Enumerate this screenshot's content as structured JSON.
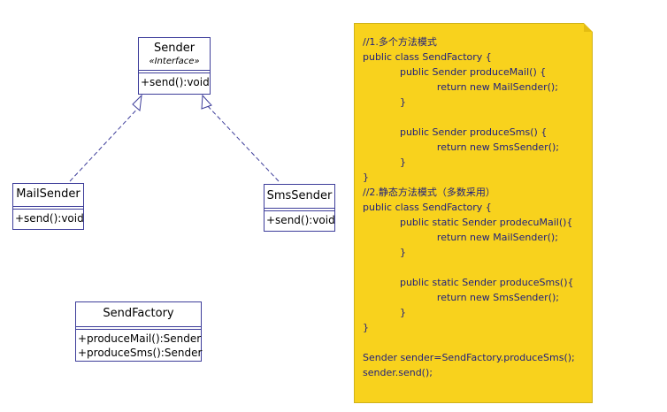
{
  "diagram": {
    "classes": {
      "sender": {
        "name": "Sender",
        "stereotype": "«Interface»",
        "operations": [
          "+send():void"
        ]
      },
      "mail_sender": {
        "name": "MailSender",
        "operations": [
          "+send():void"
        ]
      },
      "sms_sender": {
        "name": "SmsSender",
        "operations": [
          "+send():void"
        ]
      },
      "send_factory": {
        "name": "SendFactory",
        "operations": [
          "+produceMail():Sender",
          "+produceSms():Sender"
        ]
      }
    },
    "note": {
      "lines": [
        "//1.多个方法模式",
        "public class SendFactory {",
        "            public Sender produceMail() {",
        "                        return new MailSender();",
        "            }",
        "",
        "            public Sender produceSms() {",
        "                        return new SmsSender();",
        "            }",
        "}",
        "//2.静态方法模式（多数采用）",
        "public class SendFactory {",
        "            public static Sender prodecuMail(){",
        "                        return new MailSender();",
        "            }",
        "",
        "            public static Sender produceSms(){",
        "                        return new SmsSender();",
        "            }",
        "}",
        "",
        "Sender sender=SendFactory.produceSms();",
        "sender.send();"
      ]
    },
    "colors": {
      "class_border": "#3d3d9a",
      "note_fill": "#f8d21d",
      "note_text": "#1e1e7e"
    }
  }
}
